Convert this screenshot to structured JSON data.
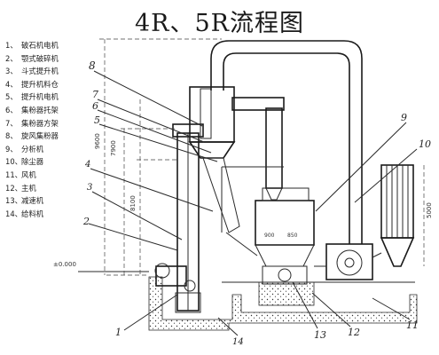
{
  "title": "4R、5R流程图",
  "legend": [
    {
      "num": "1、",
      "text": "破石机电机"
    },
    {
      "num": "2、",
      "text": "颚式破碎机"
    },
    {
      "num": "3、",
      "text": "斗式提升机"
    },
    {
      "num": "4、",
      "text": "提升机料仓"
    },
    {
      "num": "5、",
      "text": "提升机电机"
    },
    {
      "num": "6、",
      "text": "集粉器托架"
    },
    {
      "num": "7、",
      "text": "集粉器方架"
    },
    {
      "num": "8、",
      "text": "旋风集粉器"
    },
    {
      "num": "9、",
      "text": "分析机"
    },
    {
      "num": "10、",
      "text": "除尘器"
    },
    {
      "num": "11、",
      "text": "风机"
    },
    {
      "num": "12、",
      "text": "主机"
    },
    {
      "num": "13、",
      "text": "减速机"
    },
    {
      "num": "14、",
      "text": "给料机"
    }
  ],
  "callouts": {
    "n8": "8",
    "n7": "7",
    "n6": "6",
    "n5": "5",
    "n4": "4",
    "n3": "3",
    "n9": "9",
    "n10": "10",
    "n11": "11",
    "n12": "12",
    "n13": "13",
    "n14": "14",
    "n1": "1",
    "n2": "2"
  },
  "dimensions": {
    "d9600": "9600",
    "d7900": "7900",
    "d8100": "8100",
    "d5000": "5000",
    "d900": "900",
    "d850": "850",
    "elev": "±0.000"
  }
}
